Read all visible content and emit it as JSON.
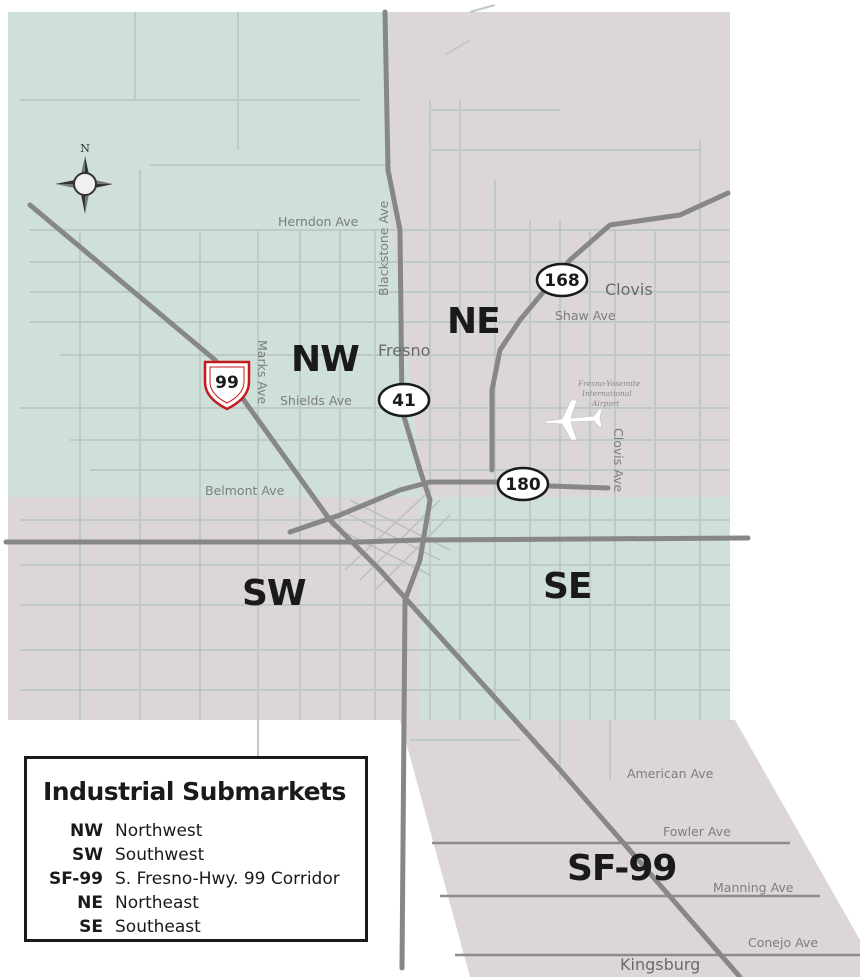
{
  "colors": {
    "nw_se_zone": "#cfdfd9",
    "sw_ne_zone": "#dcd7d6",
    "minor_street": "#bfc9c5",
    "major_road": "#878787",
    "shield_fill": "#ffffff",
    "interstate_red": "#c41a1a",
    "label_dark": "#1a1a1a",
    "label_grey": "#7d7d7d"
  },
  "submarkets": {
    "nw": "NW",
    "sw": "SW",
    "ne": "NE",
    "se": "SE",
    "sf99": "SF-99"
  },
  "cities": {
    "fresno": "Fresno",
    "clovis": "Clovis",
    "kingsburg": "Kingsburg"
  },
  "streets": {
    "herndon": "Herndon Ave",
    "blackstone": "Blackstone Ave",
    "shaw": "Shaw Ave",
    "marks": "Marks Ave",
    "shields": "Shields Ave",
    "belmont": "Belmont Ave",
    "clovis_ave": "Clovis Ave",
    "american": "American Ave",
    "fowler": "Fowler Ave",
    "manning": "Manning Ave",
    "conejo": "Conejo Ave"
  },
  "airport": {
    "label_line1": "Fresno-Yosemite",
    "label_line2": "International",
    "label_line3": "Airport",
    "icon": "airplane-icon"
  },
  "highways": {
    "hwy99": "99",
    "hwy41": "41",
    "hwy168": "168",
    "hwy180": "180"
  },
  "compass": {
    "north": "N",
    "icon": "compass-rose-icon"
  },
  "legend": {
    "title": "Industrial Submarkets",
    "entries": [
      {
        "code": "NW",
        "label": "Northwest"
      },
      {
        "code": "SW",
        "label": "Southwest"
      },
      {
        "code": "SF-99",
        "label": "S. Fresno-Hwy. 99 Corridor"
      },
      {
        "code": "NE",
        "label": "Northeast"
      },
      {
        "code": "SE",
        "label": "Southeast"
      }
    ]
  }
}
